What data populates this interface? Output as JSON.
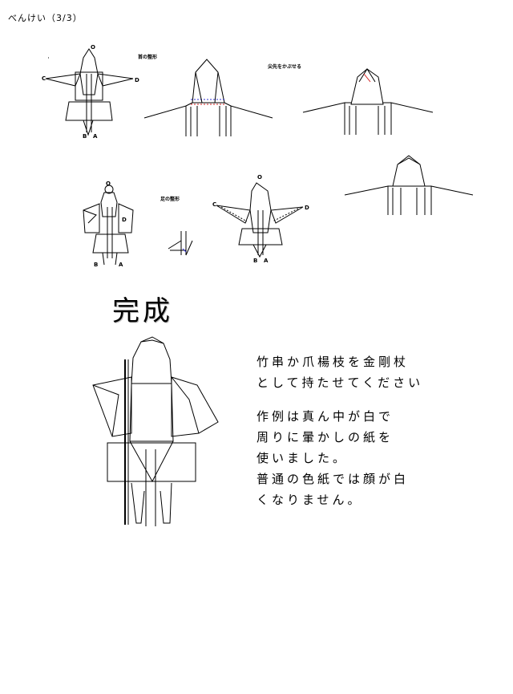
{
  "header": {
    "title": "べんけい（3/3）"
  },
  "steps": {
    "head_shaping": "首の整形",
    "cover_top": "尖先をかぶせる",
    "leg_shaping": "足の整形"
  },
  "points": {
    "a": "A",
    "b": "B",
    "c": "C",
    "d": "D",
    "o": "O"
  },
  "completion": {
    "title": "完成"
  },
  "notes": {
    "line1": "竹串か爪楊枝を金剛杖",
    "line2": "として持たせてください",
    "line3": "作例は真ん中が白で",
    "line4": "周りに暈かしの紙を",
    "line5": "使いました。",
    "line6": "普通の色紙では顔が白",
    "line7": "くなりません。"
  },
  "colors": {
    "fold_line": "#000000",
    "valley_line_red": "#d21e1e",
    "valley_line_blue": "#3232d2"
  }
}
